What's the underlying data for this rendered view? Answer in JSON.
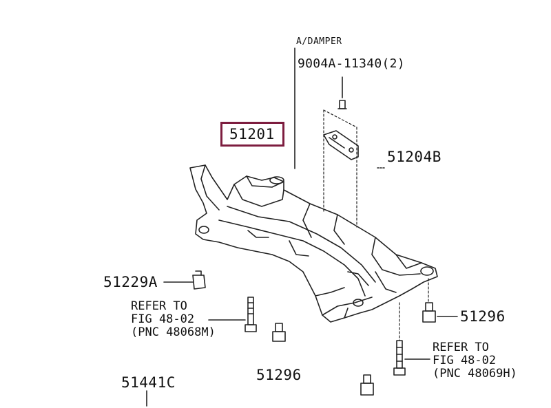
{
  "diagram": {
    "highlight_color": "#7d1d3f",
    "highlighted_part": "51201",
    "labels": {
      "note_top": "A/DAMPER",
      "bolt_top": "9004A-11340(2)",
      "bracket": "51204B",
      "bolt_left": "51229A",
      "refer_left": [
        "REFER TO",
        "FIG 48-02",
        "(PNC 48068M)"
      ],
      "nut_right": "51296",
      "refer_right": [
        "REFER TO",
        "FIG 48-02",
        "(PNC 48069H)"
      ],
      "nut_bottom": "51296",
      "plate": "51441C"
    }
  }
}
